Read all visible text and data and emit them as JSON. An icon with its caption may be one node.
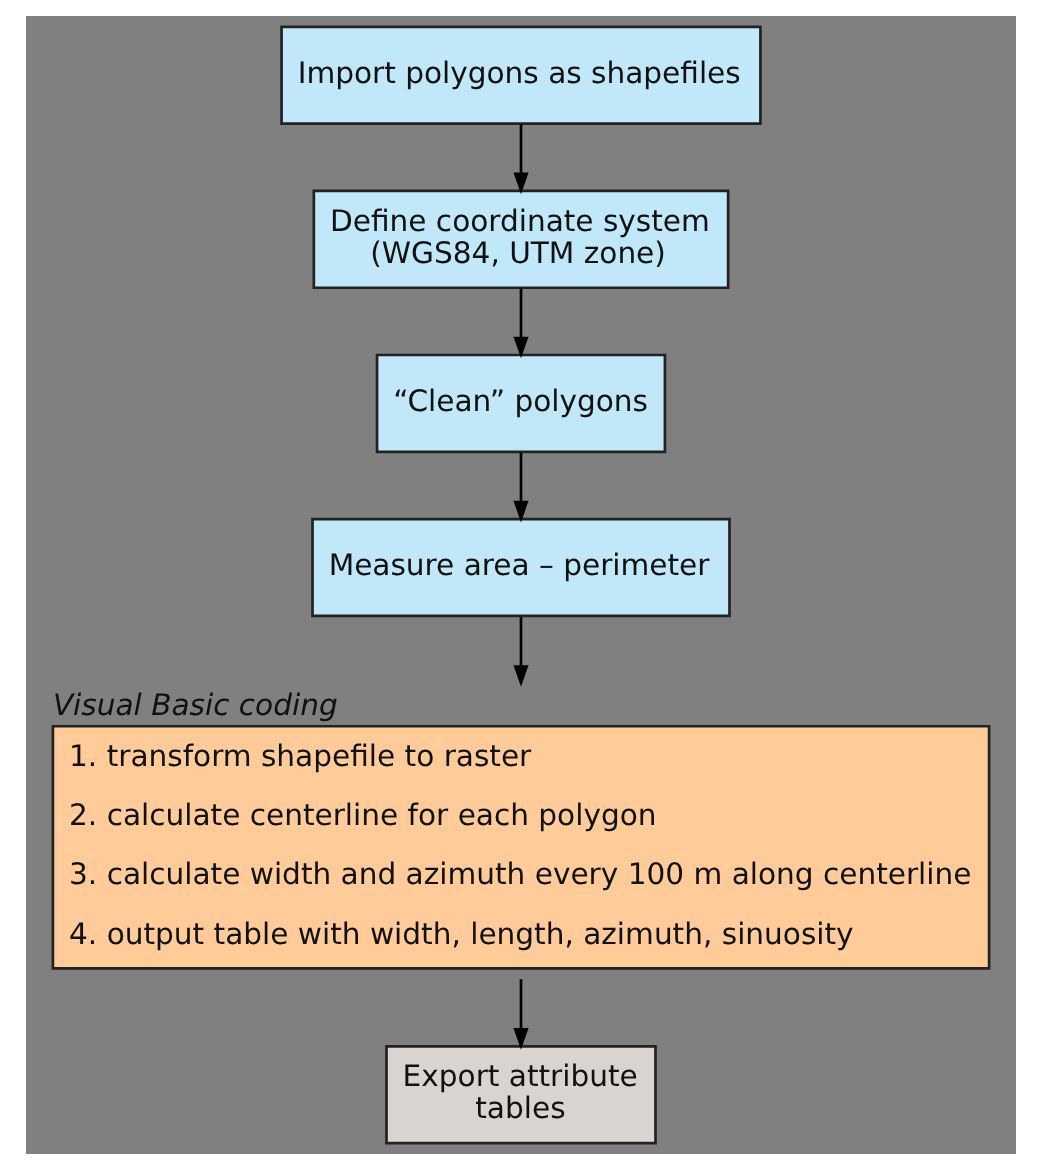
{
  "diagram": {
    "nodes": [
      {
        "text": [
          "Import polygons as shapefiles"
        ]
      },
      {
        "text": [
          "Define coordinate system (WGS84, UTM zone)"
        ]
      },
      {
        "text": [
          "“Clean” polygons"
        ]
      },
      {
        "text": [
          "Measure area – perimeter"
        ]
      },
      {
        "text": [
          "Visual Basic coding",
          "1. transform shapefile to raster",
          "2. calculate centerline for each polygon",
          "3. calculate width and azimuth every 100 m along centerline",
          "4. output table with width, length, azimuth, sinuosity"
        ]
      },
      {
        "text": [
          "Export attribute tables"
        ]
      }
    ],
    "edges": [
      {
        "from": 0,
        "to": 1,
        "arrow": "to"
      },
      {
        "from": 1,
        "to": 2,
        "arrow": "to"
      },
      {
        "from": 2,
        "to": 3,
        "arrow": "to"
      },
      {
        "from": 3,
        "to": 4,
        "arrow": "to"
      },
      {
        "from": 4,
        "to": 5,
        "arrow": "to"
      }
    ]
  }
}
